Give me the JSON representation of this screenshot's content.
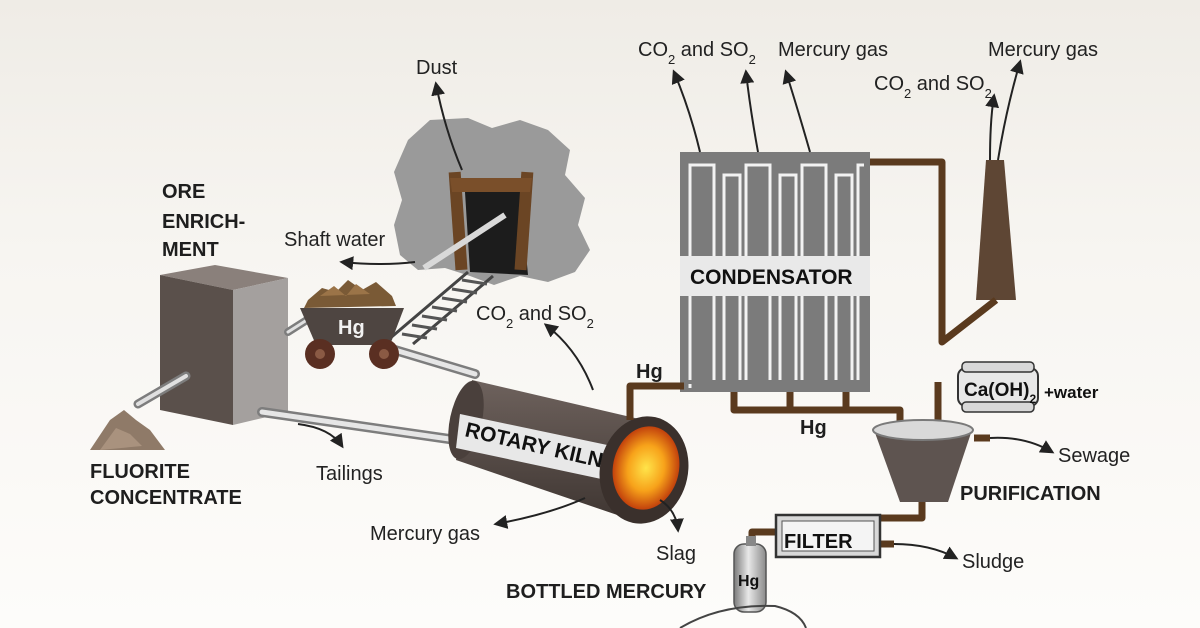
{
  "colors": {
    "pipe_brown": "#5a3a1e",
    "rock_gray": "#9a9a9a",
    "equipment_dark": "#5e5450",
    "condensator_gray": "#7b7b7b",
    "kiln_glow": "#f7a21a",
    "text": "#222222"
  },
  "labels": {
    "dust": "Dust",
    "shaft_water": "Shaft water",
    "ore_enrichment": [
      "ORE",
      "ENRICH-",
      "MENT"
    ],
    "hg": "Hg",
    "co2_so2": {
      "base1": "CO",
      "sub1": "2",
      "mid": " and SO",
      "sub2": "2"
    },
    "mercury_gas": "Mercury gas",
    "tailings": "Tailings",
    "fluorite_concentrate": [
      "FLUORITE",
      "CONCENTRATE"
    ],
    "rotary_kiln": "ROTARY KILN",
    "slag": "Slag",
    "condensator": "CONDENSATOR",
    "caoh2": {
      "base": "Ca(OH)",
      "sub": "2"
    },
    "plus_water": "+water",
    "sewage": "Sewage",
    "purification": "PURIFICATION",
    "filter": "FILTER",
    "sludge": "Sludge",
    "bottled_mercury": "BOTTLED MERCURY"
  }
}
